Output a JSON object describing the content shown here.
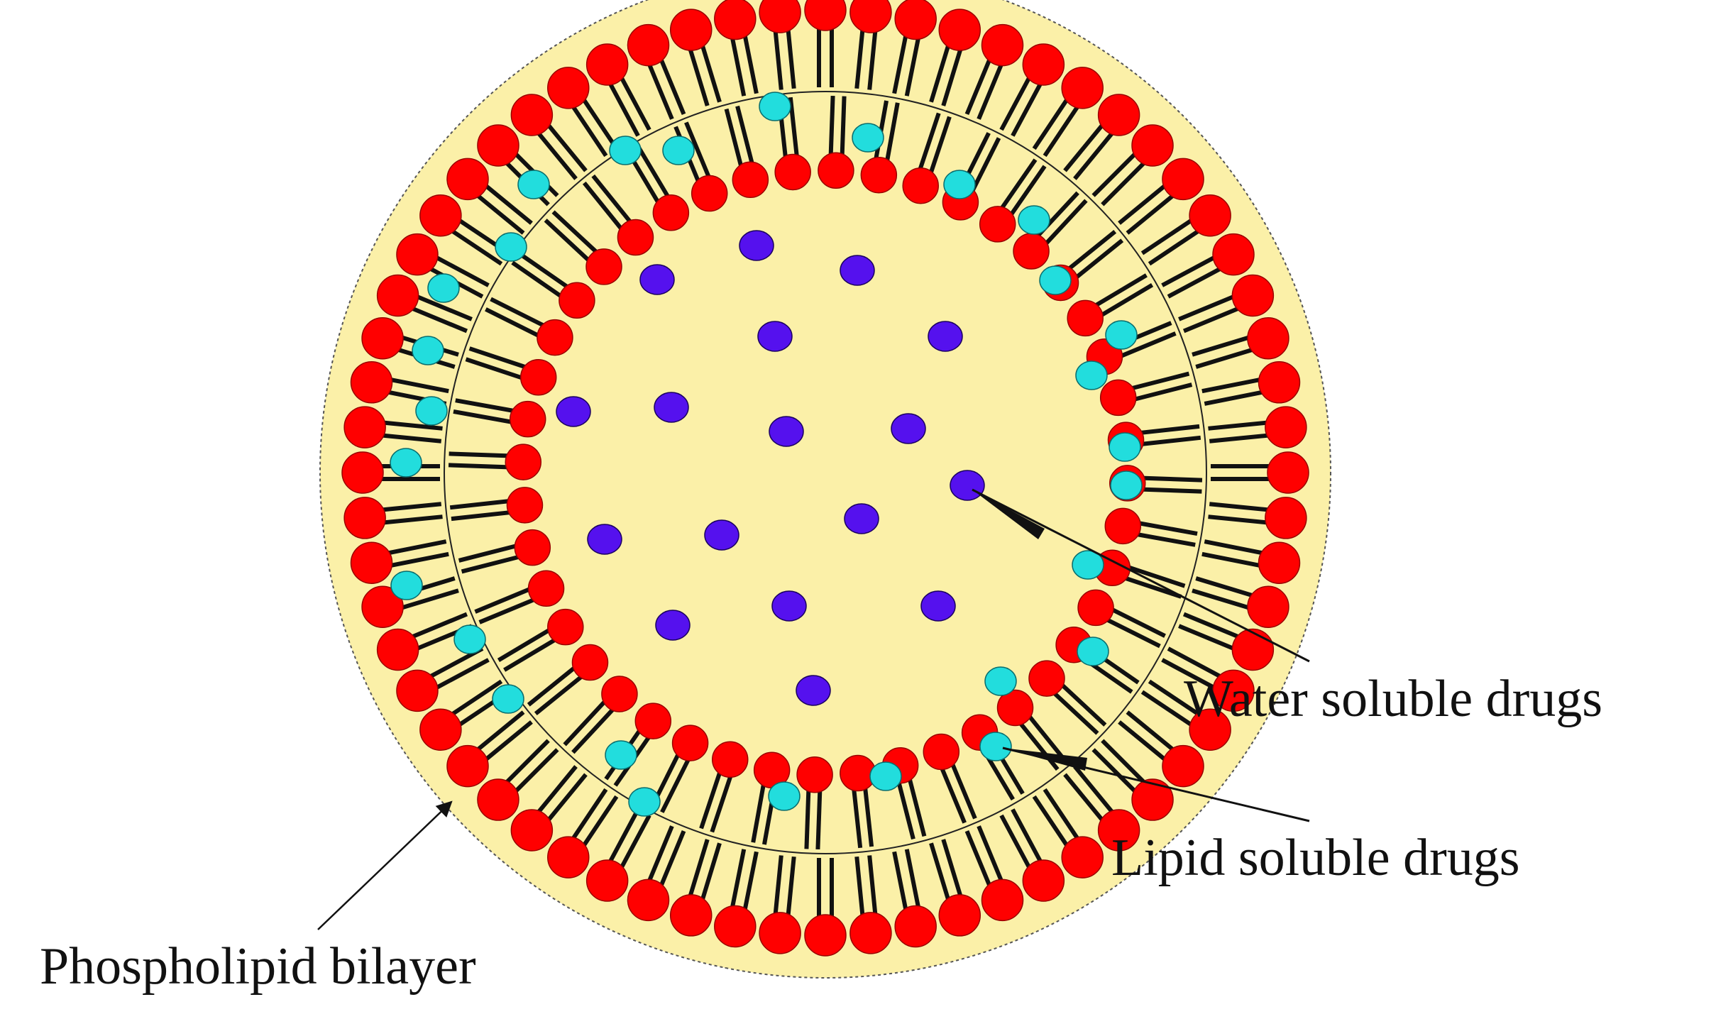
{
  "labels": {
    "water_soluble": "Water soluble drugs",
    "lipid_soluble": "Lipid soluble drugs",
    "phospholipid": "Phospholipid bilayer"
  },
  "colors": {
    "background": "#ffffff",
    "fill": "#fbf0a8",
    "head": "#ff0000",
    "head_stroke": "#990000",
    "tail": "#111111",
    "water_drug": "#5511ee",
    "lipid_drug": "#22dddd",
    "text": "#111111"
  },
  "icons": {
    "water_drug": "blue-dot",
    "lipid_drug": "cyan-dot",
    "phospholipid_head": "red-circle"
  }
}
